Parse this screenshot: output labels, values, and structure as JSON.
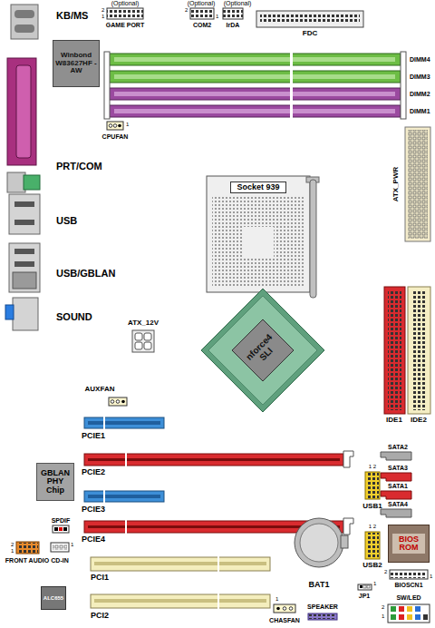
{
  "diagram": {
    "nodes": [
      {
        "text": [
          "Winbond W83627HF -AW"
        ]
      },
      {
        "text": [
          "Socket 939"
        ]
      },
      {
        "text": [
          "nforce4 SLI"
        ]
      },
      {
        "text": [
          "GBLAN PHY Chip"
        ]
      },
      {
        "text": [
          "BIOS ROM"
        ]
      },
      {
        "text": [
          "ALC655"
        ]
      }
    ],
    "labels": [
      "KB/MS",
      "(Optional)",
      "GAME PORT",
      "2",
      "1",
      "(Optional)",
      "COM2",
      "2",
      "1",
      "(Optional)",
      "IrDA",
      "FDC",
      "DIMM4",
      "DIMM3",
      "DIMM2",
      "DIMM1",
      "1",
      "CPUFAN",
      "PRT/COM",
      "ATX_PWR",
      "USB",
      "USB/GBLAN",
      "SOUND",
      "ATX_12V",
      "AUXFAN",
      "PCIE1",
      "IDE1",
      "IDE2",
      "PCIE2",
      "SATA2",
      "SATA3",
      "SATA1",
      "SATA4",
      "1 2",
      "USB1",
      "PCIE3",
      "SPDIF",
      "2",
      "1",
      "FRONT AUDIO",
      "1",
      "CD-IN",
      "PCIE4",
      "1 2",
      "USB2",
      "2",
      "1",
      "BIOSCN1",
      "PCI1",
      "BAT1",
      "1",
      "JP1",
      "PCI2",
      "1",
      "CHASFAN",
      "SPEAKER",
      "SW/LED",
      "2",
      "1"
    ]
  }
}
